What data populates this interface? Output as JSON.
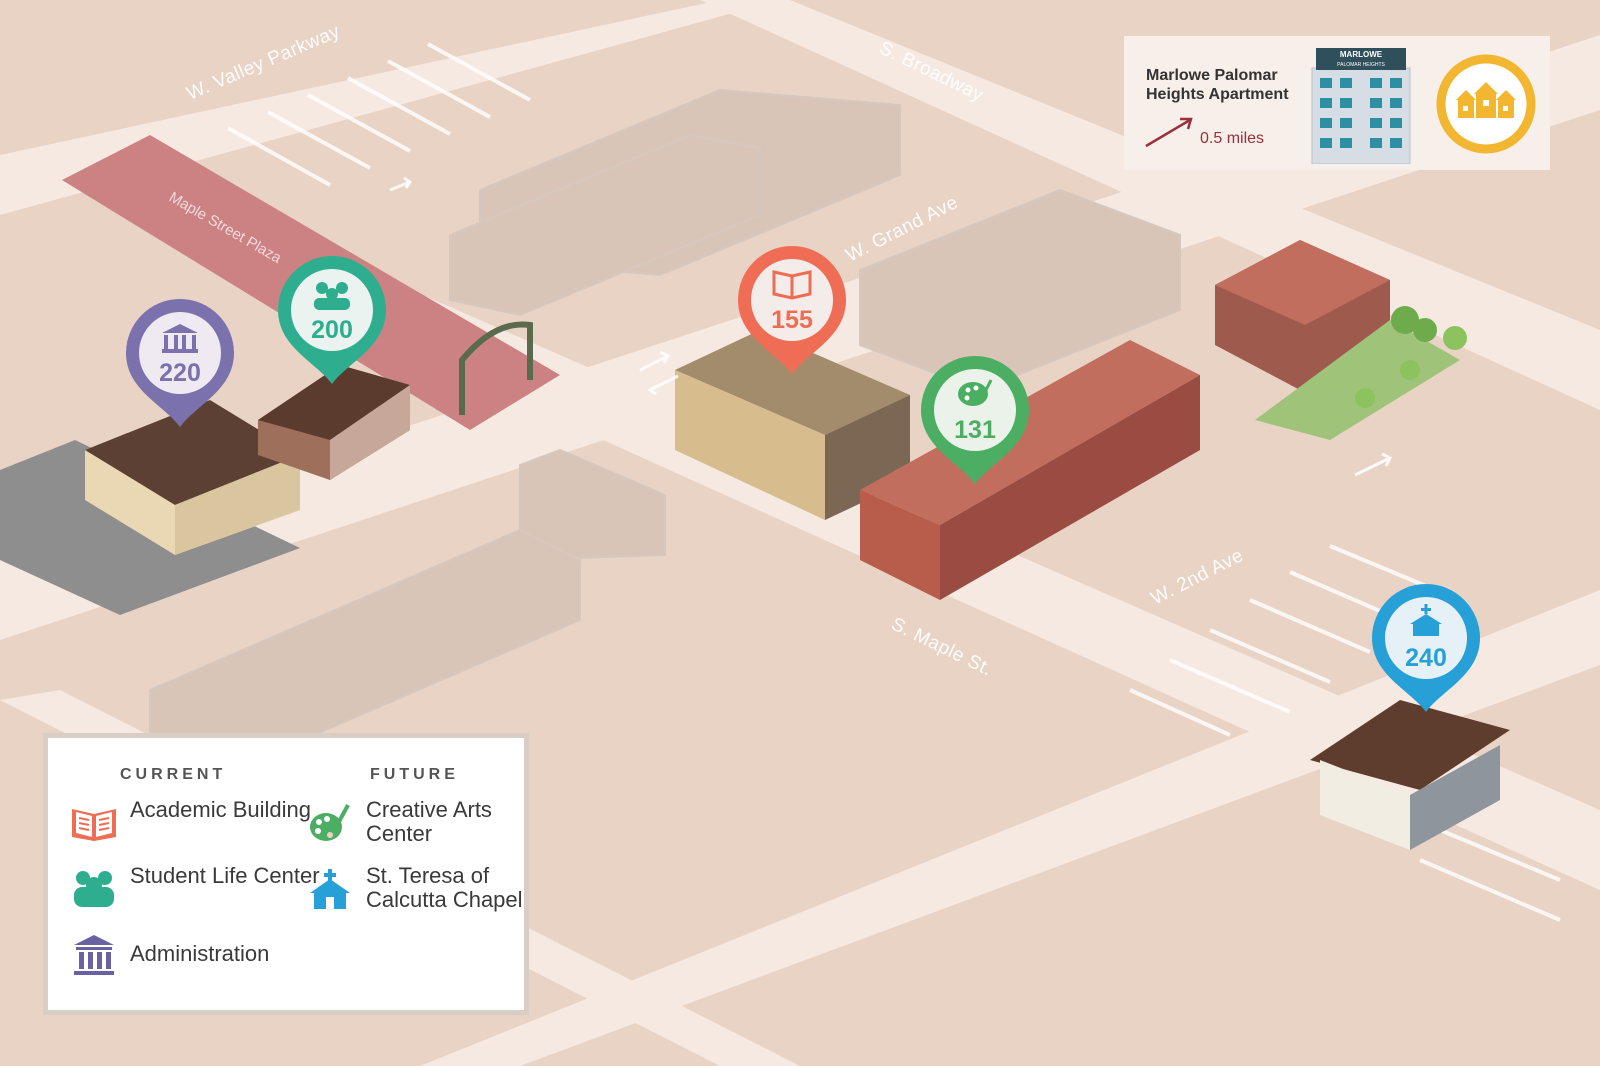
{
  "streets": {
    "valley_parkway": "W. Valley Parkway",
    "broadway": "S. Broadway",
    "grand_ave": "W. Grand Ave",
    "second_ave": "W. 2nd Ave",
    "maple_st": "S. Maple St.",
    "maple_plaza": "Maple Street Plaza"
  },
  "pins": [
    {
      "id": "administration",
      "number": "220",
      "color": "#7b72ad",
      "icon": "bank-icon"
    },
    {
      "id": "student-life",
      "number": "200",
      "color": "#2fae8f",
      "icon": "people-icon"
    },
    {
      "id": "academic",
      "number": "155",
      "color": "#ef6c55",
      "icon": "book-icon"
    },
    {
      "id": "creative-arts",
      "number": "131",
      "color": "#4cae63",
      "icon": "palette-icon"
    },
    {
      "id": "chapel",
      "number": "240",
      "color": "#27a0d8",
      "icon": "church-icon"
    }
  ],
  "apartment": {
    "name": "Marlowe Palomar Heights Apartment",
    "distance": "0.5 miles",
    "sign_title": "MARLOWE",
    "sign_subtitle": "PALOMAR HEIGHTS",
    "badge_color": "#f2b630",
    "badge_icon": "houses-icon"
  },
  "legend": {
    "current_heading": "CURRENT",
    "future_heading": "FUTURE",
    "current": [
      {
        "label": "Academic Building",
        "icon": "book-icon",
        "color": "#ef6c55"
      },
      {
        "label": "Student Life Center",
        "icon": "people-icon",
        "color": "#2fae8f"
      },
      {
        "label": "Administration",
        "icon": "bank-icon",
        "color": "#6a61a3"
      }
    ],
    "future": [
      {
        "label": "Creative Arts Center",
        "icon": "palette-icon",
        "color": "#4cae63"
      },
      {
        "label": "St. Teresa of Calcutta Chapel",
        "icon": "church-icon",
        "color": "#27a0d8"
      }
    ]
  }
}
